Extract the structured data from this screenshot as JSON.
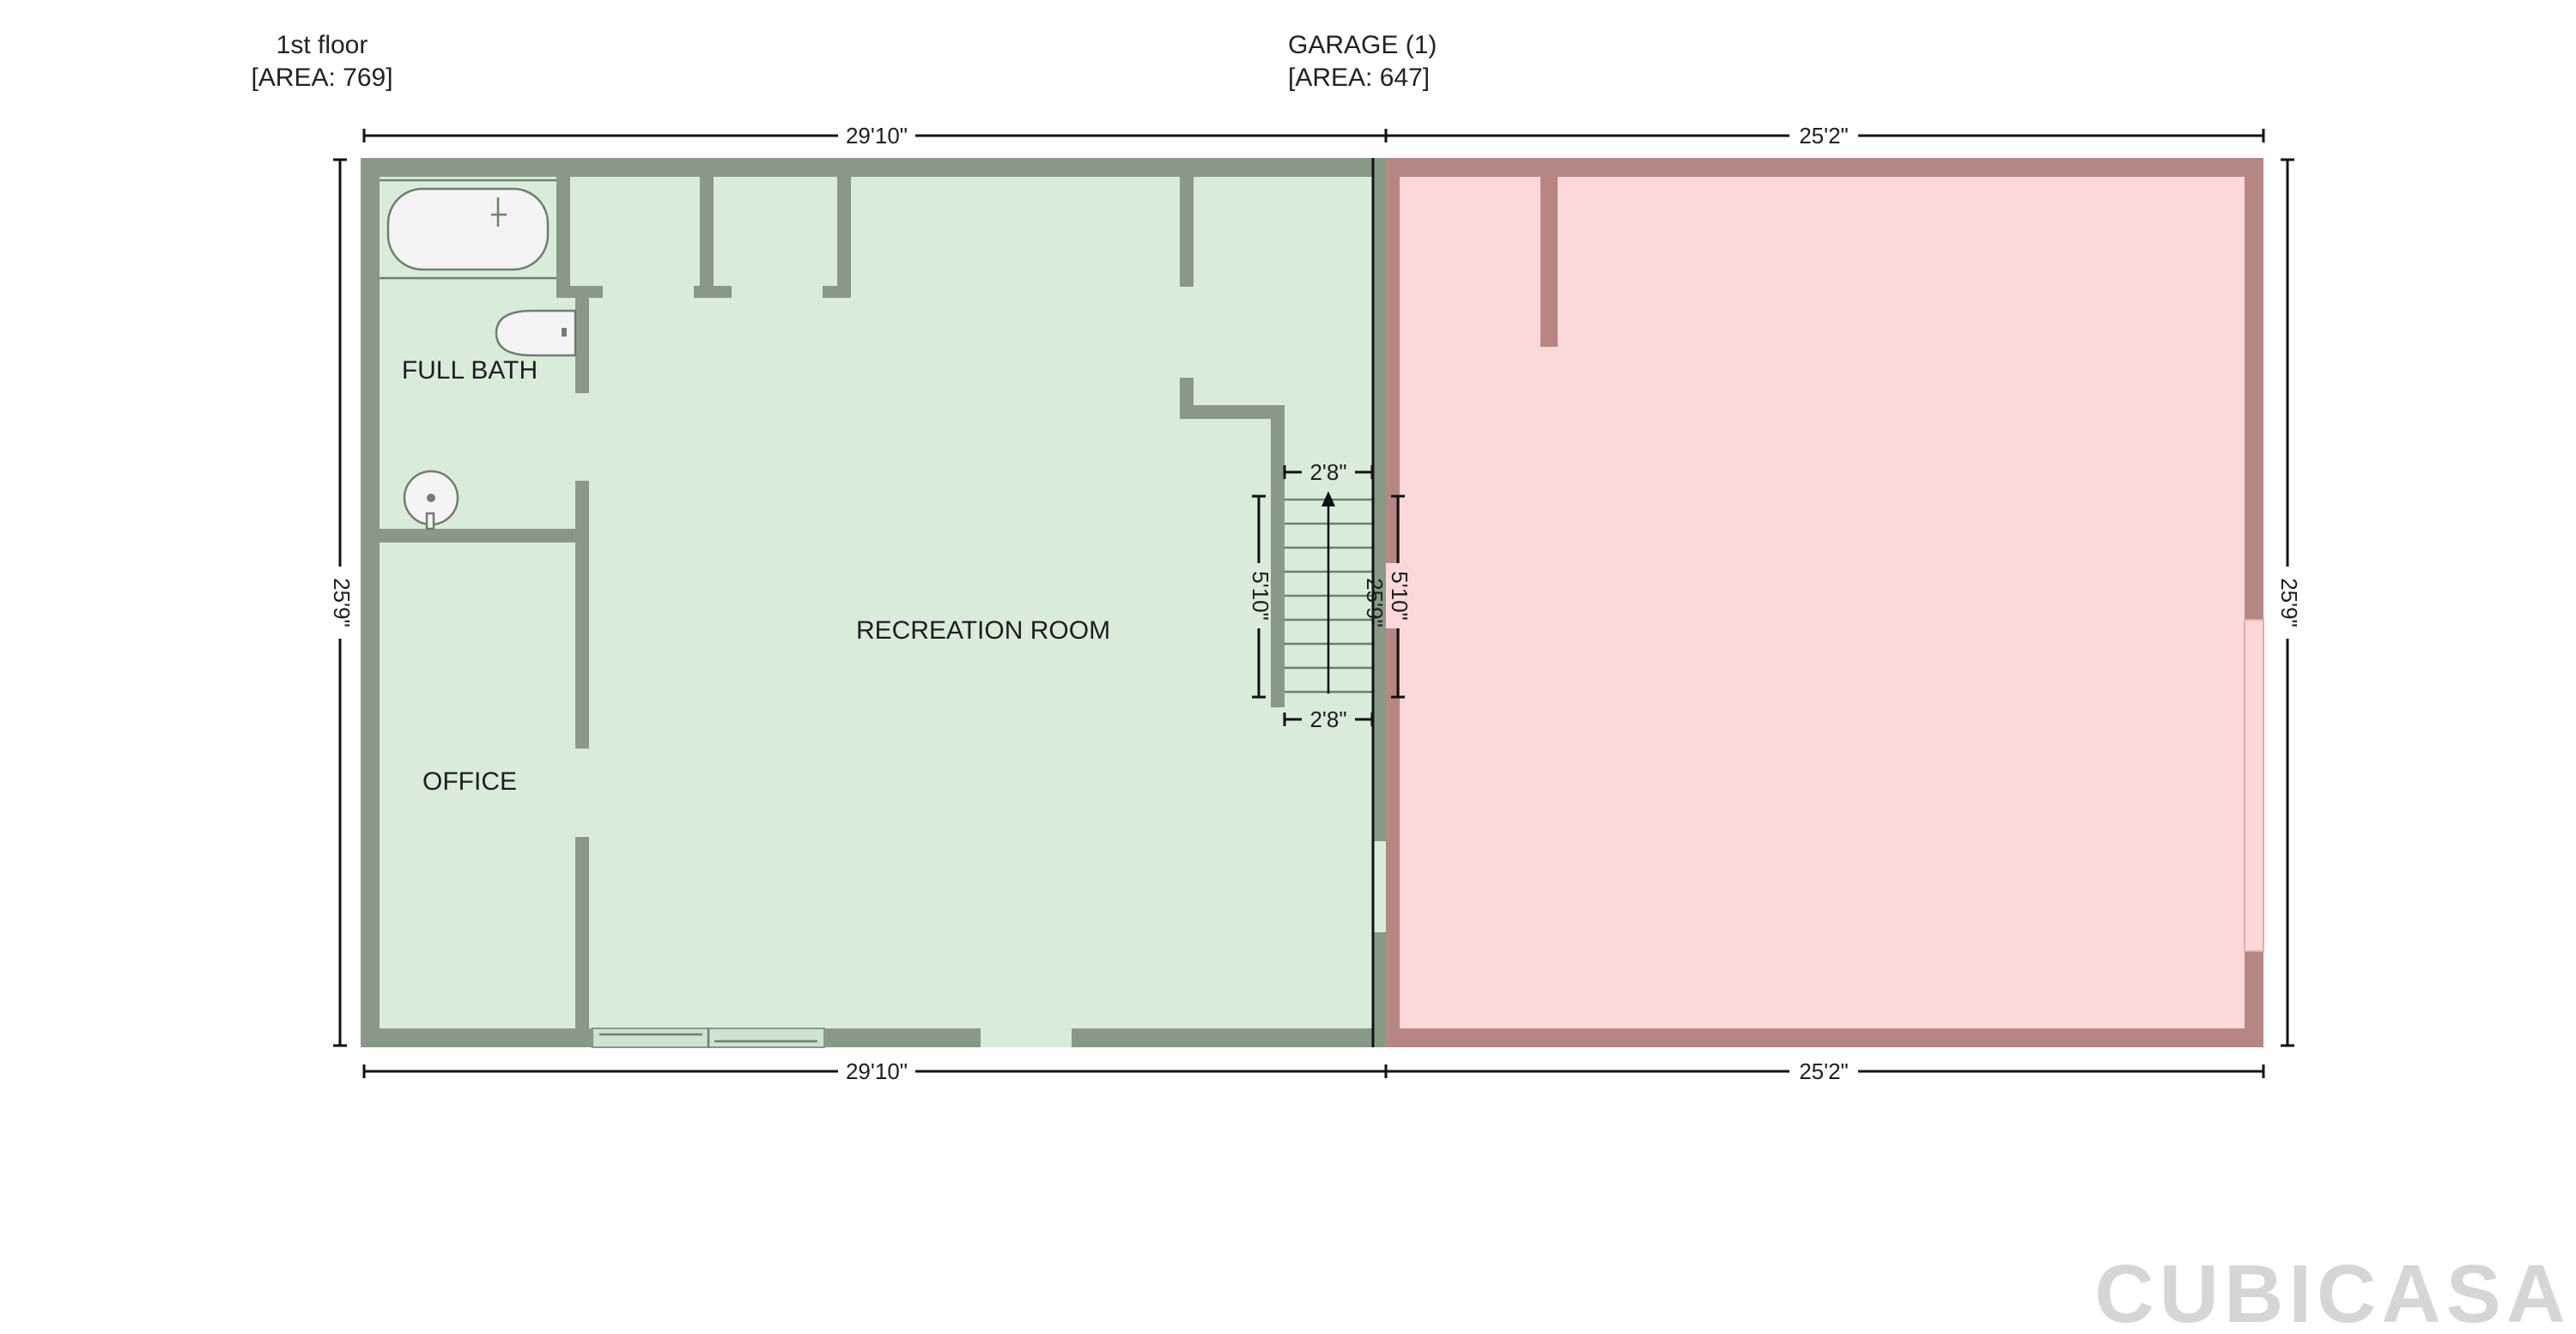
{
  "floors": [
    {
      "name": "1st floor",
      "area": "[AREA: 769]"
    },
    {
      "name": "GARAGE (1)",
      "area": "[AREA: 647]"
    }
  ],
  "rooms": {
    "full_bath": "FULL BATH",
    "office": "OFFICE",
    "recreation_room": "RECREATION ROOM"
  },
  "dimensions": {
    "first_floor_width_top": "29'10\"",
    "first_floor_width_bottom": "29'10\"",
    "garage_width_top": "25'2\"",
    "garage_width_bottom": "25'2\"",
    "left_height": "25'9\"",
    "right_height": "25'9\"",
    "shared_wall_height": "25'9\"",
    "stair_width_top": "2'8\"",
    "stair_width_bottom": "2'8\"",
    "stair_length_left": "5'10\"",
    "stair_length_right": "5'10\""
  },
  "logo": "CUBICASA",
  "colors": {
    "first_floor_fill": "#d9ecd9",
    "first_floor_wall": "#889a86",
    "garage_fill": "#fdd8d9",
    "garage_wall": "#b58684",
    "logo": "#d6d6d6"
  }
}
